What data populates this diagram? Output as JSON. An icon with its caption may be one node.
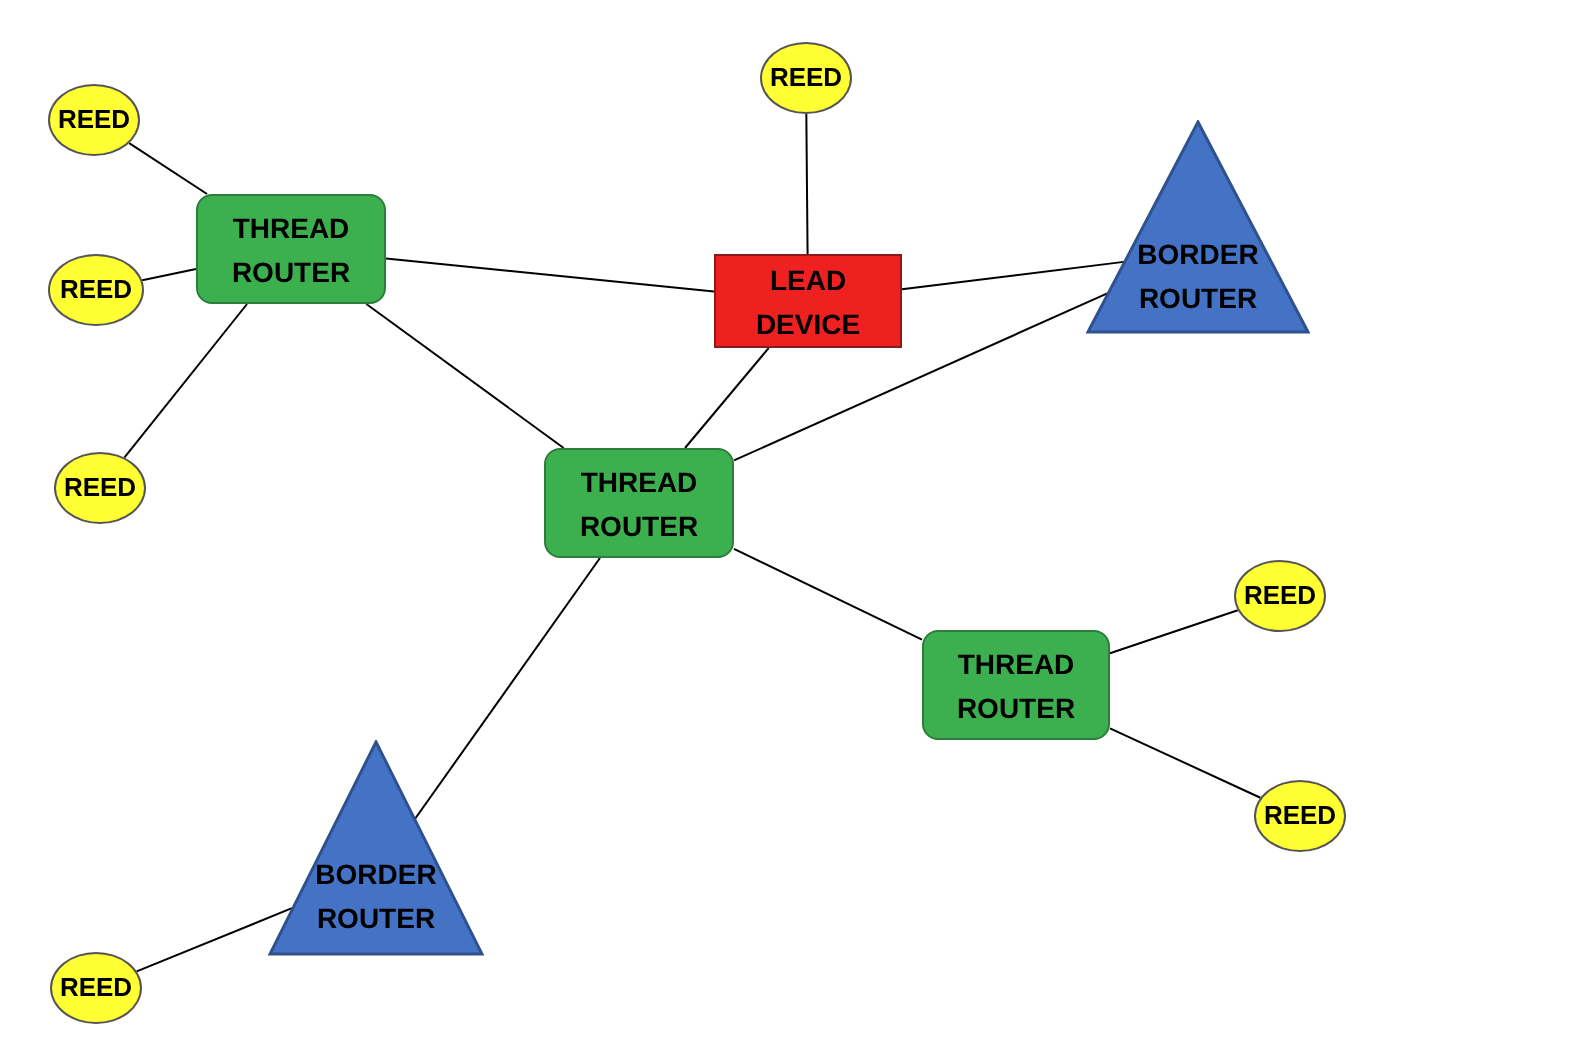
{
  "diagram": {
    "nodes": [
      {
        "text": [
          "REED"
        ]
      },
      {
        "text": [
          "REED"
        ]
      },
      {
        "text": [
          "THREAD ROUTER"
        ]
      },
      {
        "text": [
          "LEAD DEVICE"
        ]
      },
      {
        "text": [
          "BORDER ROUTER"
        ]
      },
      {
        "text": [
          "REED"
        ]
      },
      {
        "text": [
          "REED"
        ]
      },
      {
        "text": [
          "THREAD ROUTER"
        ]
      },
      {
        "text": [
          "REED"
        ]
      },
      {
        "text": [
          "THREAD ROUTER"
        ]
      },
      {
        "text": [
          "REED"
        ]
      },
      {
        "text": [
          "BORDER ROUTER"
        ]
      },
      {
        "text": [
          "REED"
        ]
      }
    ],
    "edges": [
      {
        "from": 0,
        "to": 2,
        "arrow": "none"
      },
      {
        "from": 5,
        "to": 2,
        "arrow": "none"
      },
      {
        "from": 6,
        "to": 2,
        "arrow": "none"
      },
      {
        "from": 1,
        "to": 3,
        "arrow": "none"
      },
      {
        "from": 2,
        "to": 3,
        "arrow": "none"
      },
      {
        "from": 3,
        "to": 4,
        "arrow": "none"
      },
      {
        "from": 2,
        "to": 7,
        "arrow": "none"
      },
      {
        "from": 3,
        "to": 7,
        "arrow": "none"
      },
      {
        "from": 7,
        "to": 4,
        "arrow": "none"
      },
      {
        "from": 7,
        "to": 9,
        "arrow": "none"
      },
      {
        "from": 9,
        "to": 8,
        "arrow": "none"
      },
      {
        "from": 9,
        "to": 10,
        "arrow": "none"
      },
      {
        "from": 7,
        "to": 11,
        "arrow": "none"
      },
      {
        "from": 11,
        "to": 12,
        "arrow": "none"
      }
    ]
  }
}
